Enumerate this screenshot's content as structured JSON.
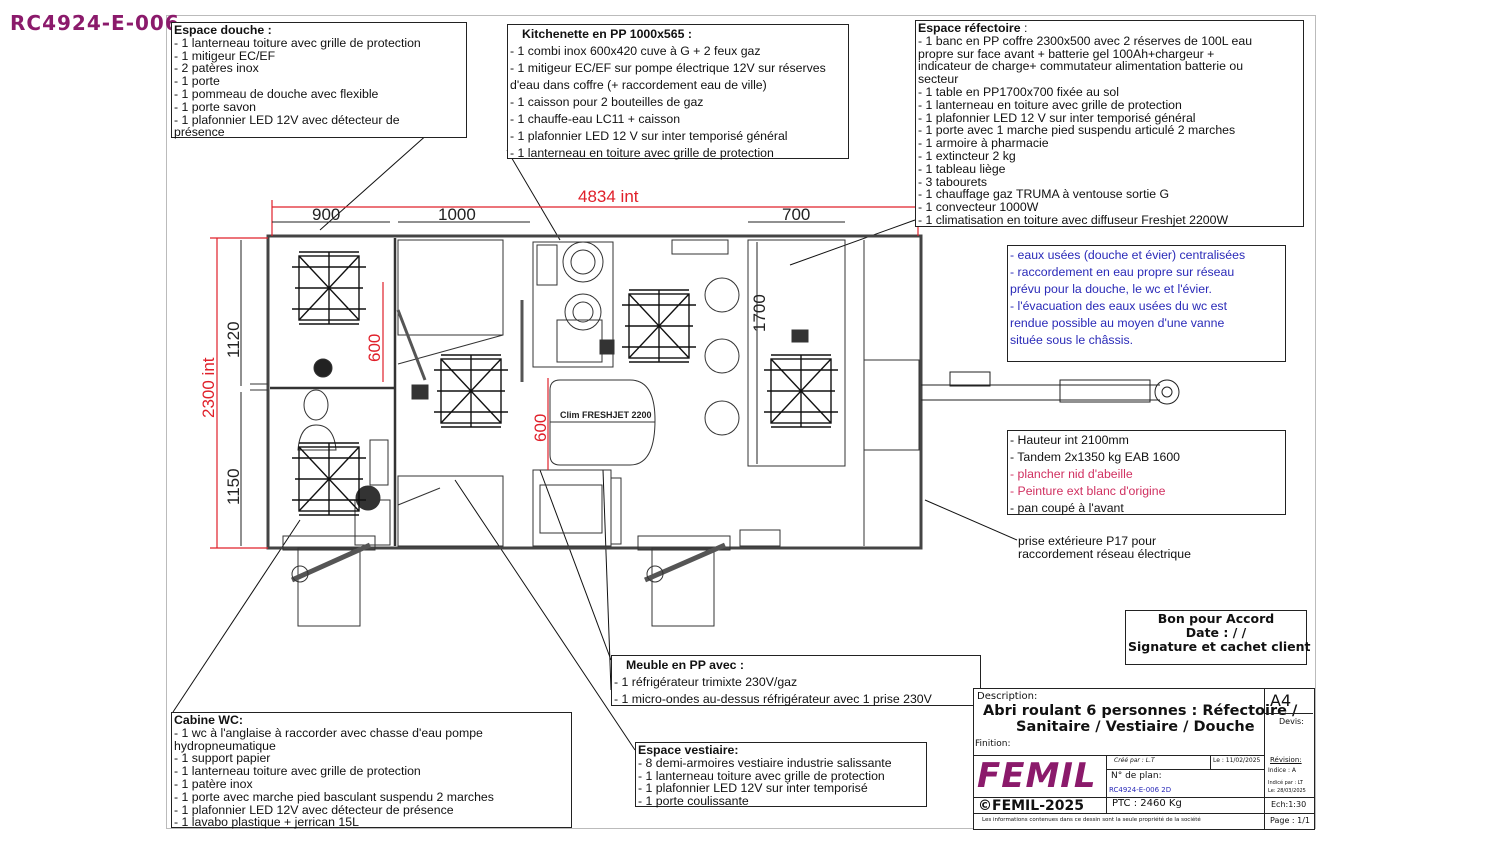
{
  "doc_id": "RC4924-E-006",
  "colors": {
    "brand": "#8b1a6b",
    "dimension": "#e0202a",
    "note_blue": "#2a2ab8",
    "note_red": "#d03060"
  },
  "douche": {
    "title": "Espace douche :",
    "lines": [
      "- 1 lanterneau toiture avec grille de protection",
      "- 1 mitigeur EC/EF",
      "- 2 patères inox",
      "- 1 porte",
      "- 1 pommeau de douche avec flexible",
      "- 1 porte savon",
      "- 1 plafonnier LED 12V avec détecteur de",
      "présence"
    ]
  },
  "kitchenette": {
    "title": "Kitchenette en PP 1000x565 :",
    "lines": [
      "- 1 combi inox 600x420 cuve à G + 2 feux gaz",
      "- 1 mitigeur EC/EF sur pompe électrique 12V sur réserves",
      "d'eau dans coffre (+ raccordement eau de ville)",
      "- 1 caisson pour 2 bouteilles de gaz",
      "- 1 chauffe-eau LC11 + caisson",
      "- 1 plafonnier LED 12 V sur inter temporisé général",
      "- 1 lanterneau en toiture avec grille de protection"
    ]
  },
  "refectoire": {
    "title": "Espace réfectoire",
    "title_suffix": " :",
    "lines": [
      "- 1 banc en PP coffre 2300x500 avec 2 réserves de 100L eau",
      "propre sur face avant + batterie gel 100Ah+chargeur +",
      "indicateur de charge+ commutateur alimentation batterie ou",
      "secteur",
      "- 1 table en PP1700x700 fixée au sol",
      "- 1 lanterneau en toiture avec grille de protection",
      "- 1 plafonnier LED 12 V sur inter temporisé général",
      "- 1 porte  avec 1 marche pied suspendu articulé 2 marches",
      "- 1 armoire à pharmacie",
      "- 1 extincteur 2 kg",
      "- 1 tableau liège",
      "- 3 tabourets",
      "- 1 chauffage gaz TRUMA à ventouse sortie G",
      "- 1 convecteur 1000W",
      "- 1 climatisation en toiture avec diffuseur Freshjet 2200W"
    ]
  },
  "eaux": {
    "lines": [
      "- eaux usées (douche et évier) centralisées",
      "- raccordement en eau propre sur réseau",
      "prévu pour  la douche, le wc et l'évier.",
      "- l'évacuation des eaux usées du wc est",
      "rendue possible au moyen d'une vanne",
      "située sous le châssis."
    ]
  },
  "specs": {
    "lines": [
      {
        "text": "- Hauteur int 2100mm",
        "tone": "black"
      },
      {
        "text": "- Tandem 2x1350 kg EAB 1600",
        "tone": "black"
      },
      {
        "text": "- plancher nid d'abeille",
        "tone": "red"
      },
      {
        "text": "- Peinture ext blanc d'origine",
        "tone": "red"
      },
      {
        "text": "- pan coupé à l'avant",
        "tone": "black"
      }
    ]
  },
  "prise": {
    "lines": [
      "prise extérieure P17 pour",
      "raccordement réseau électrique"
    ]
  },
  "accord": {
    "line1": "Bon pour Accord",
    "line2": "Date :   /   /",
    "line3": "Signature et cachet client"
  },
  "meuble": {
    "title": "Meuble en PP avec :",
    "lines": [
      "- 1 réfrigérateur trimixte 230V/gaz",
      "- 1 micro-ondes au-dessus réfrigérateur avec 1 prise 230V"
    ]
  },
  "wc": {
    "title": "Cabine WC:",
    "lines": [
      "- 1 wc à l'anglaise à raccorder avec chasse d'eau pompe",
      "hydropneumatique",
      "- 1 support papier",
      "- 1 lanterneau toiture avec grille de protection",
      "- 1 patère inox",
      "- 1 porte avec marche pied basculant suspendu 2 marches",
      "- 1 plafonnier LED 12V avec détecteur de présence",
      "- 1 lavabo plastique + jerrican 15L"
    ]
  },
  "vestiaire": {
    "title": "Espace vestiaire:",
    "lines": [
      "- 8 demi-armoires vestiaire industrie salissante",
      "- 1 lanterneau toiture avec grille de protection",
      "- 1 plafonnier LED 12V sur inter temporisé",
      "- 1 porte coulissante"
    ]
  },
  "dims": {
    "total": "4834 int",
    "d900": "900",
    "d1000": "1000",
    "d700": "700",
    "height": "2300 int",
    "d1120": "1120",
    "d1150": "1150",
    "d600a": "600",
    "d600b": "600",
    "d1700": "1700",
    "clim": "Clim FRESHJET 2200"
  },
  "titleblock": {
    "description_label": "Description:",
    "desc1": "Abri roulant 6 personnes : Réfectoire /",
    "desc2": "Sanitaire / Vestiaire / Douche",
    "finition_label": "Finition:",
    "format": "A4",
    "devis_label": "Devis:",
    "logo": "FEMIL",
    "cree_par": "Créé par : L.T",
    "date": "Le : 11/02/2025",
    "plan_label": "N° de plan:",
    "plan_no": "RC4924-E-006 2D",
    "revision_label": "Révision:",
    "indice": "Indice : A",
    "indice_par": "Indicé par : LT",
    "indice_date": "Le: 28/03/2025",
    "copyright": "©FEMIL-2025",
    "ptc": "PTC : 2460 Kg",
    "echelle": "Ech:1:30",
    "page": "Page : 1/1",
    "disclaimer": "Les informations contenues dans ce dessin sont la seule propriété de la société"
  }
}
